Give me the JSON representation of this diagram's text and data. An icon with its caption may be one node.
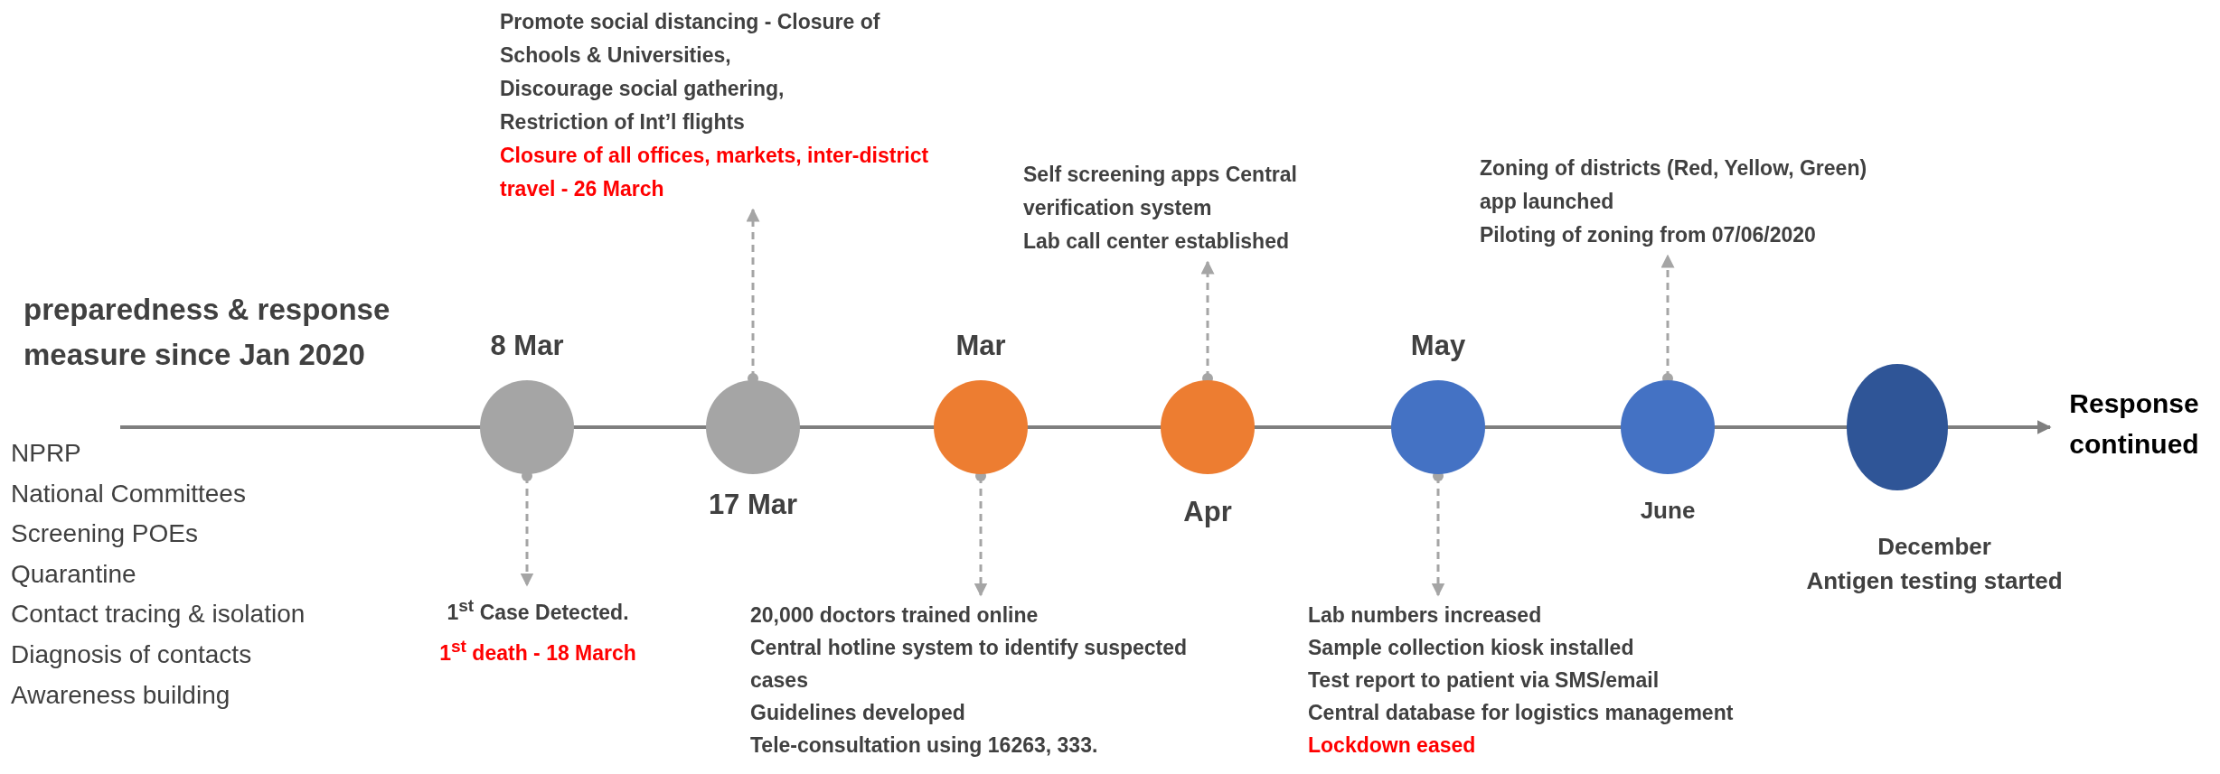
{
  "diagram": {
    "title": "preparedness & response measure since Jan 2020",
    "nodes": [
      {
        "text": [],
        "shape": "circle",
        "beside": [
          "8 Mar"
        ]
      },
      {
        "text": [],
        "shape": "circle",
        "beside": [
          "17 Mar"
        ]
      },
      {
        "text": [],
        "shape": "circle",
        "beside": [
          "Mar"
        ]
      },
      {
        "text": [],
        "shape": "circle",
        "beside": [
          "Apr"
        ]
      },
      {
        "text": [],
        "shape": "circle",
        "beside": [
          "May"
        ]
      },
      {
        "text": [],
        "shape": "circle",
        "beside": [
          "June"
        ]
      },
      {
        "text": [],
        "shape": "circle",
        "beside": [
          "December",
          "Antigen testing started"
        ]
      },
      {
        "text": [
          "1$^{st}$ Case Detected.",
          "1$^{st}$ death - 18 March"
        ]
      },
      {
        "text": [
          "Promote social distancing - Closure of Schools & Universities,",
          "Discourage social gathering,",
          "Restriction of Int’l flights",
          "Closure of all offices, markets, inter-district travel - 26 March"
        ]
      },
      {
        "text": [
          "20,000 doctors trained online",
          "Central hotline system to identify suspected cases",
          "Guidelines developed",
          "Tele-consultation using 16263, 333."
        ]
      },
      {
        "text": [
          "Self screening apps Central verification system",
          "Lab call center established"
        ]
      },
      {
        "text": [
          "Lab numbers increased",
          "Sample collection kiosk installed",
          "Test report to patient via SMS/email",
          "Central database for logistics management",
          "Lockdown eased"
        ]
      },
      {
        "text": [
          "Zoning of districts (Red, Yellow, Green)",
          "app launched",
          "Piloting of zoning from 07/06/2020"
        ]
      }
    ],
    "edges": [
      {
        "from": 0,
        "to": 7,
        "arrow": "to",
        "style": "dashed"
      },
      {
        "from": 1,
        "to": 8,
        "arrow": "to",
        "style": "dashed"
      },
      {
        "from": 2,
        "to": 9,
        "arrow": "to",
        "style": "dashed"
      },
      {
        "from": 3,
        "to": 10,
        "arrow": "to",
        "style": "dashed"
      },
      {
        "from": 4,
        "to": 11,
        "arrow": "to",
        "style": "dashed"
      },
      {
        "from": 5,
        "to": 12,
        "arrow": "to",
        "style": "dashed"
      }
    ],
    "labels": [
      "NPRP",
      "National Committees",
      "Screening POEs",
      "Quarantine",
      "Contact tracing & isolation",
      "Diagnosis of contacts",
      "Awareness building",
      "Response continued"
    ]
  }
}
